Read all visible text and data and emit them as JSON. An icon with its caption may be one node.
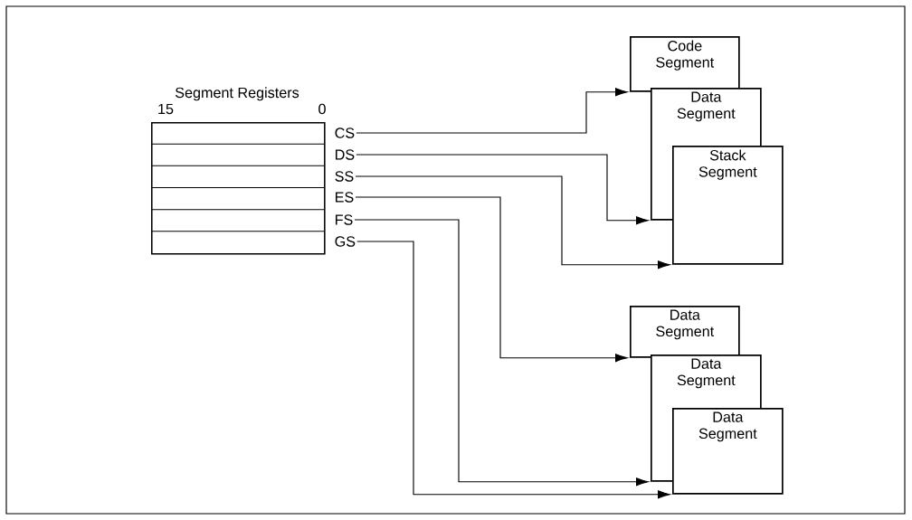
{
  "diagram": {
    "nodes": [
      {
        "text": [
          "Segment Registers"
        ],
        "beside": [
          "15",
          "0"
        ]
      },
      {
        "text": [
          "CS"
        ]
      },
      {
        "text": [
          "DS"
        ]
      },
      {
        "text": [
          "SS"
        ]
      },
      {
        "text": [
          "ES"
        ]
      },
      {
        "text": [
          "FS"
        ]
      },
      {
        "text": [
          "GS"
        ]
      },
      {
        "text": [
          "Code Segment"
        ]
      },
      {
        "text": [
          "Data Segment"
        ]
      },
      {
        "text": [
          "Stack Segment"
        ]
      },
      {
        "text": [
          "Data Segment"
        ]
      },
      {
        "text": [
          "Data Segment"
        ]
      },
      {
        "text": [
          "Data Segment"
        ]
      }
    ],
    "edges": [
      {
        "from": 1,
        "to": 7,
        "arrow": "to"
      },
      {
        "from": 2,
        "to": 8,
        "arrow": "to"
      },
      {
        "from": 3,
        "to": 9,
        "arrow": "to"
      },
      {
        "from": 4,
        "to": 10,
        "arrow": "to"
      },
      {
        "from": 5,
        "to": 11,
        "arrow": "to"
      },
      {
        "from": 6,
        "to": 12,
        "arrow": "to"
      }
    ]
  }
}
